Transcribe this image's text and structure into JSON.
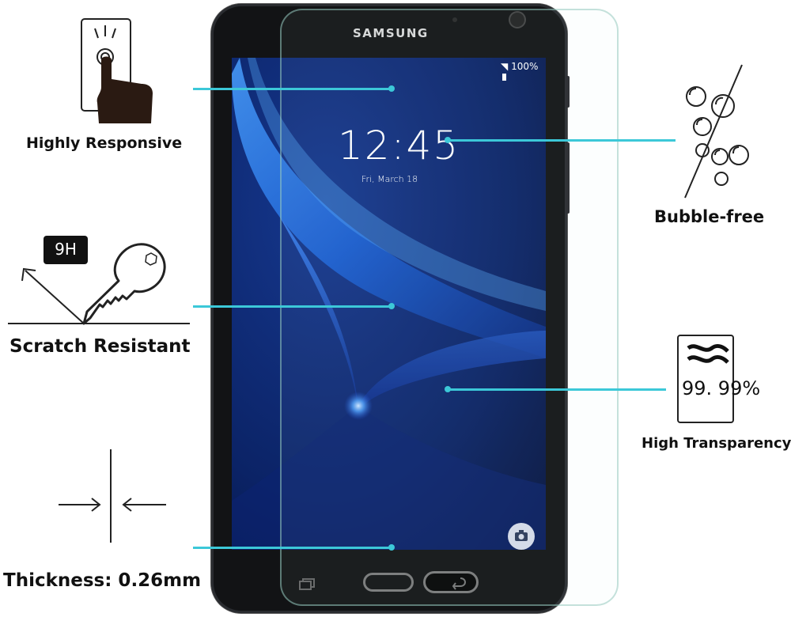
{
  "device": {
    "brand": "SAMSUNG",
    "status_text": "100%",
    "time": "12:45",
    "date": "Fri, March 18"
  },
  "features": {
    "highly_responsive": "Highly Responsive",
    "scratch_resistant": "Scratch Resistant",
    "hardness_badge": "9H",
    "thickness": "Thickness: 0.26mm",
    "bubble_free": "Bubble-free",
    "transparency_value": "99. 99%",
    "high_transparency": "High Transparency"
  },
  "colors": {
    "callout": "#3cc8d8",
    "screen_bg": "#0a1a4a",
    "bezel": "#121315"
  },
  "icons": [
    "touch-finger-icon",
    "key-scratch-icon",
    "thickness-arrows-icon",
    "bubbles-icon",
    "wave-transparency-icon",
    "camera-icon",
    "recent-apps-icon",
    "home-button-icon",
    "back-button-icon"
  ]
}
